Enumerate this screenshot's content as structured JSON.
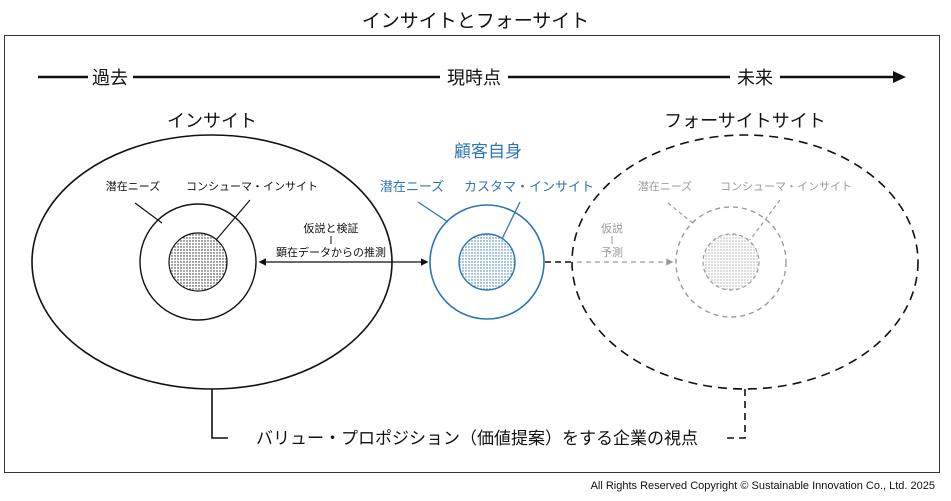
{
  "title": "インサイトとフォーサイト",
  "timeline": {
    "past": "過去",
    "present": "現時点",
    "future": "未来"
  },
  "insight": {
    "heading": "インサイト",
    "latent_needs": "潜在ニーズ",
    "consumer_insight": "コンシューマ・インサイト"
  },
  "customer": {
    "heading": "顧客自身",
    "latent_needs": "潜在ニーズ",
    "customer_insight": "カスタマ・インサイト"
  },
  "foresight": {
    "heading": "フォーサイトサイト",
    "latent_needs": "潜在ニーズ",
    "consumer_insight": "コンシューマ・インサイト"
  },
  "arrows": {
    "hypothesis_verification": "仮説と検証",
    "manifest_data_inference": "顕在データからの推測",
    "hypothesis": "仮説",
    "prediction": "予測"
  },
  "value_proposition": "バリュー・プロポジション（価値提案）をする企業の視点",
  "copyright": "All Rights Reserved Copyright © Sustainable Innovation Co., Ltd.  2025",
  "colors": {
    "customer_blue": "#2E75B6",
    "foresight_gray": "#A6A6A6",
    "line": "#111111"
  }
}
